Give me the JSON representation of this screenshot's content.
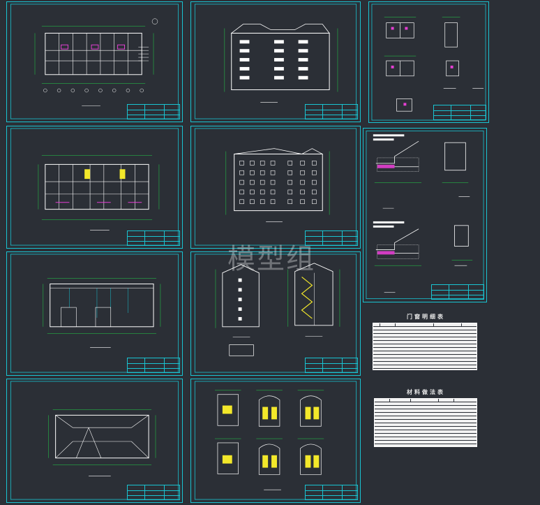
{
  "viewer": {
    "watermark": "模型组"
  },
  "sheets": [
    {
      "id": "plan-1",
      "caption": ""
    },
    {
      "id": "elevation-1",
      "caption": ""
    },
    {
      "id": "details-1",
      "caption": ""
    },
    {
      "id": "plan-2",
      "caption": ""
    },
    {
      "id": "elevation-2",
      "caption": ""
    },
    {
      "id": "details-2",
      "caption": ""
    },
    {
      "id": "roof-plan",
      "caption": ""
    },
    {
      "id": "section",
      "caption": ""
    },
    {
      "id": "roof-framing",
      "caption": ""
    },
    {
      "id": "stair-details",
      "caption": ""
    }
  ],
  "schedules": {
    "doors_windows_title": "门窗明细表",
    "materials_title": "材料做法表"
  },
  "colors": {
    "background": "#2b2f36",
    "frame": "#19c4d2",
    "linework": "#ffffff",
    "dimension": "#22d64a",
    "accent_magenta": "#e43fd3",
    "accent_yellow": "#f3e82a"
  }
}
